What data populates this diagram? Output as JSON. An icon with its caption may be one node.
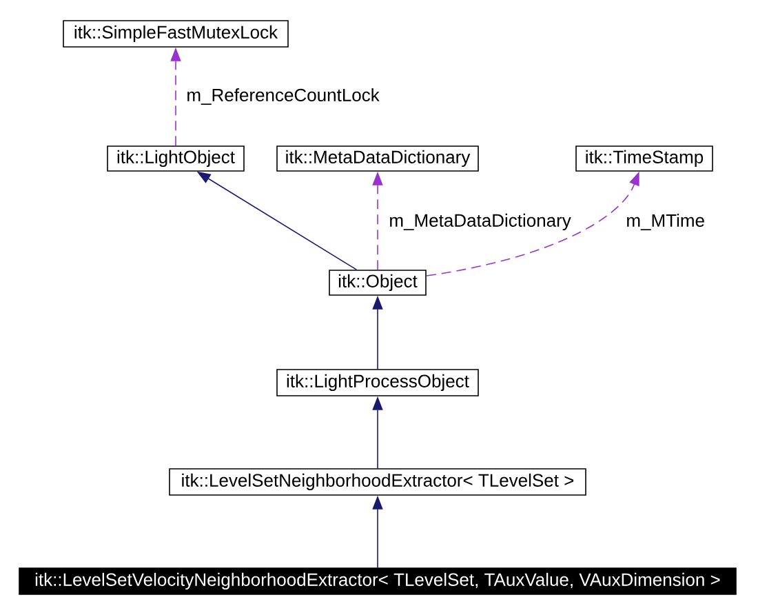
{
  "diagram": {
    "nodes": [
      {
        "text": [
          "itk::SimpleFastMutexLock"
        ]
      },
      {
        "text": [
          "itk::LightObject"
        ]
      },
      {
        "text": [
          "itk::MetaDataDictionary"
        ]
      },
      {
        "text": [
          "itk::TimeStamp"
        ]
      },
      {
        "text": [
          "itk::Object"
        ]
      },
      {
        "text": [
          "itk::LightProcessObject"
        ]
      },
      {
        "text": [
          "itk::LevelSetNeighborhoodExtractor< TLevelSet >"
        ]
      },
      {
        "text": [
          "itk::LevelSetVelocityNeighborhoodExtractor< TLevelSet, TAuxValue, VAuxDimension >"
        ]
      }
    ],
    "edges": [
      {
        "from": 1,
        "to": 0,
        "arrow": "to",
        "style": "dashed",
        "color": "#9a32cd",
        "label": "m_ReferenceCountLock"
      },
      {
        "from": 4,
        "to": 1,
        "arrow": "to"
      },
      {
        "from": 4,
        "to": 2,
        "arrow": "to",
        "style": "dashed",
        "color": "#9a32cd",
        "label": "m_MetaDataDictionary"
      },
      {
        "from": 4,
        "to": 3,
        "arrow": "to",
        "style": "dashed",
        "color": "#9a32cd",
        "label": "m_MTime"
      },
      {
        "from": 5,
        "to": 4,
        "arrow": "to"
      },
      {
        "from": 6,
        "to": 5,
        "arrow": "to"
      },
      {
        "from": 7,
        "to": 6,
        "arrow": "to"
      }
    ]
  }
}
